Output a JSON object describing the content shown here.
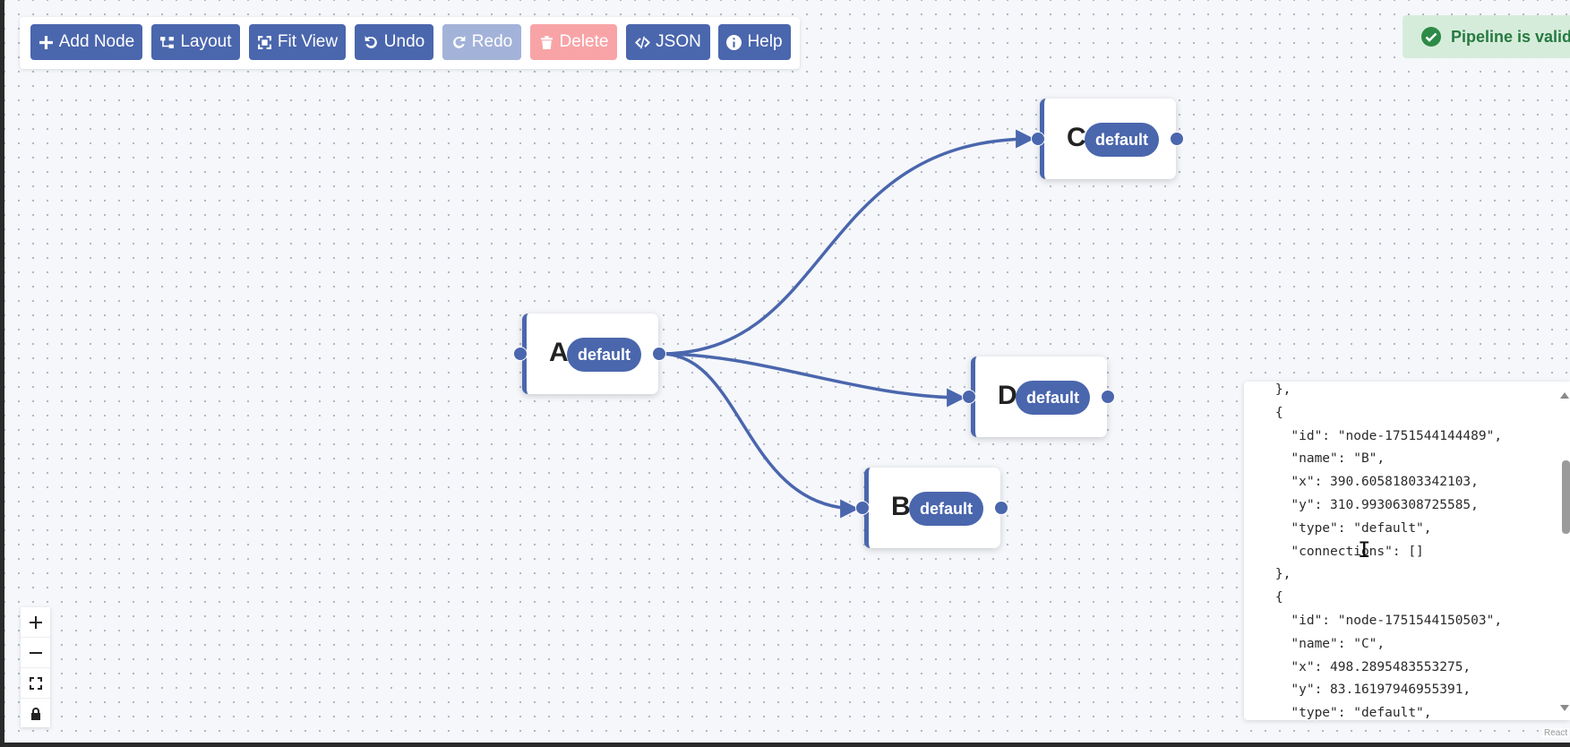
{
  "toolbar": {
    "add_node": "Add Node",
    "layout": "Layout",
    "fit_view": "Fit View",
    "undo": "Undo",
    "redo": "Redo",
    "delete": "Delete",
    "json": "JSON",
    "help": "Help"
  },
  "status": {
    "text": "Pipeline is valid"
  },
  "nodes": [
    {
      "name": "A",
      "type": "default"
    },
    {
      "name": "C",
      "type": "default"
    },
    {
      "name": "D",
      "type": "default"
    },
    {
      "name": "B",
      "type": "default"
    }
  ],
  "json_panel": {
    "lines": [
      "    },",
      "    {",
      "      \"id\": \"node-1751544144489\",",
      "      \"name\": \"B\",",
      "      \"x\": 390.60581803342103,",
      "      \"y\": 310.99306308725585,",
      "      \"type\": \"default\",",
      "      \"connections\": []",
      "    },",
      "    {",
      "      \"id\": \"node-1751544150503\",",
      "      \"name\": \"C\",",
      "      \"x\": 498.2895483553275,",
      "      \"y\": 83.16197946955391,",
      "      \"type\": \"default\","
    ]
  },
  "attribution": "React",
  "colors": {
    "accent": "#4a66ad",
    "disabled_blue": "#a3b2d8",
    "disabled_red": "#f8a4a7",
    "success_bg": "#d6ecdb",
    "success_text": "#267a3f"
  },
  "icons": {
    "add_node": "plus-icon",
    "layout": "layout-tree-icon",
    "fit_view": "fit-view-icon",
    "undo": "undo-icon",
    "redo": "redo-icon",
    "delete": "trash-icon",
    "json": "code-icon",
    "help": "info-icon",
    "status": "check-circle-icon"
  }
}
